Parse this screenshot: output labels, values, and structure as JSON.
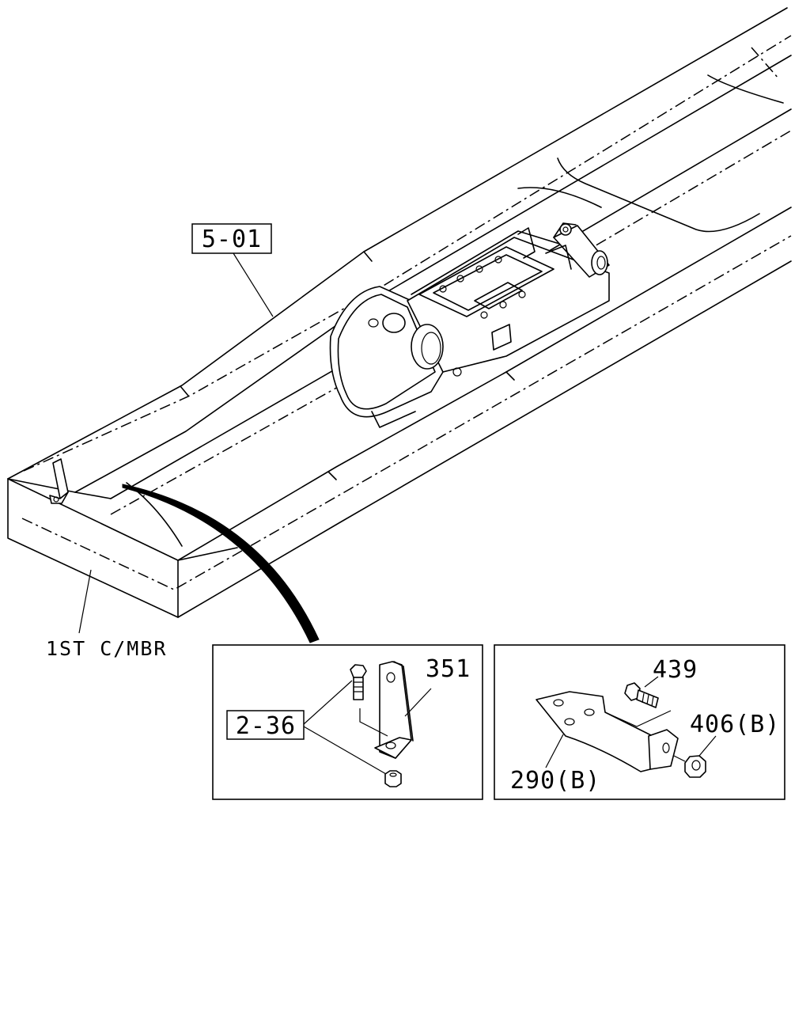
{
  "callouts": {
    "ref_frame": "5-01",
    "ref_bolt_nut": "2-36",
    "part_351": "351",
    "part_439": "439",
    "part_406b": "406(B)",
    "part_290b": "290(B)",
    "crossmember_label": "1ST C/MBR"
  },
  "icons": {
    "bracket": "bracket-icon",
    "bolt": "bolt-icon",
    "nut": "nut-icon",
    "transmission": "transmission-icon"
  },
  "colors": {
    "ink": "#000000",
    "paper": "#ffffff"
  }
}
